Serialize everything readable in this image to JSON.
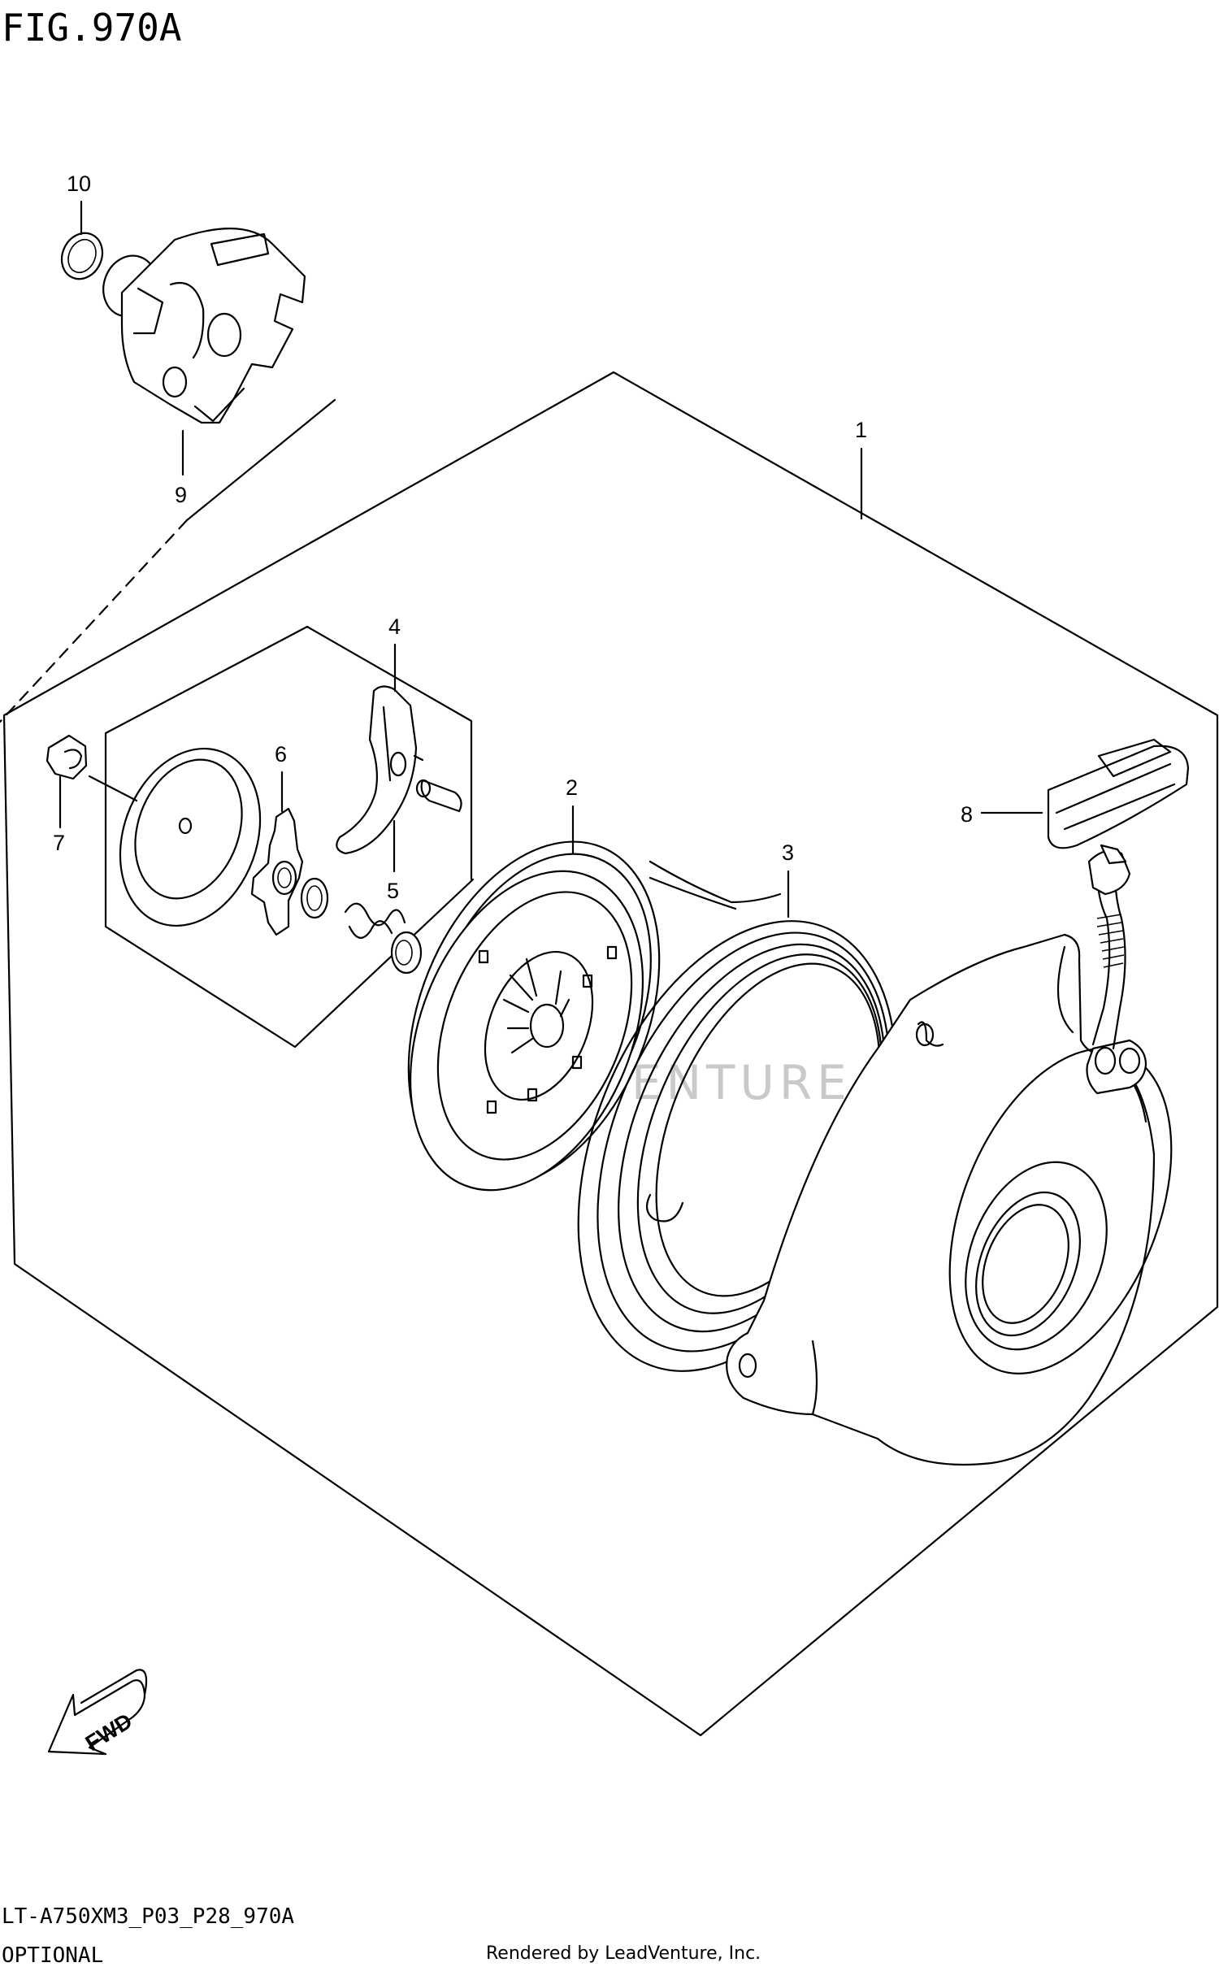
{
  "header": {
    "figure_title": "FIG.970A"
  },
  "callouts": {
    "c1": "1",
    "c2": "2",
    "c3": "3",
    "c4": "4",
    "c5": "5",
    "c6": "6",
    "c7": "7",
    "c8": "8",
    "c9": "9",
    "c10": "10"
  },
  "fwd_label": "FWD",
  "watermark": "LEADVENTURE",
  "footer": {
    "model_code": "LT-A750XM3_P03_P28_970A",
    "note": "OPTIONAL",
    "credit": "Rendered by LeadVenture, Inc."
  }
}
